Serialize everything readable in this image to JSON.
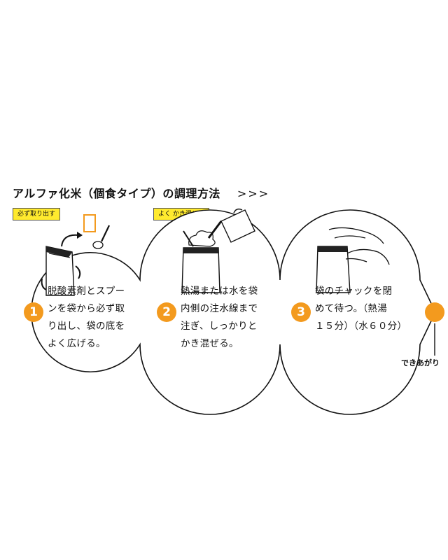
{
  "title": "アルファ化米（個食タイプ）の調理方法",
  "title_arrows": ">>>",
  "tags": {
    "step1": "必ず取り出す",
    "step2": "よく かき混ぜる"
  },
  "steps": [
    {
      "number": "1",
      "lines": [
        "脱酸素剤とスプー",
        "ンを袋から必ず取",
        "り出し、袋の底を",
        "よく広げる。"
      ]
    },
    {
      "number": "2",
      "lines": [
        "熱湯または水を袋",
        "内側の注水線まで",
        "注ぎ、しっかりと",
        "かき混ぜる。"
      ]
    },
    {
      "number": "3",
      "lines": [
        "袋のチャックを閉",
        "めて待つ。（熱湯",
        "１５分）（水６０分）"
      ]
    }
  ],
  "end_label": "できあがり",
  "colors": {
    "accent": "#f39a1e",
    "tag_bg": "#ffea2e",
    "line": "#111111"
  },
  "icons": [
    "pouch-open-icon",
    "oxygen-absorber-icon",
    "spoon-icon",
    "kettle-pour-icon",
    "pouch-closing-hands-icon"
  ]
}
